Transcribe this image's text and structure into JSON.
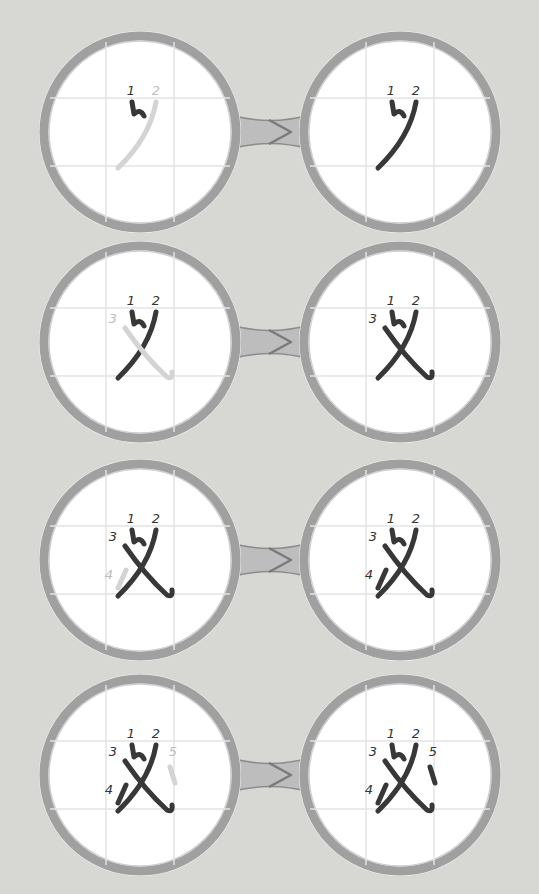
{
  "diagram": {
    "nodes": [
      {
        "text": [
          "1",
          "2"
        ]
      },
      {
        "text": [
          "1",
          "2"
        ]
      },
      {
        "text": [
          "1",
          "2",
          "3"
        ]
      },
      {
        "text": [
          "1",
          "2",
          "3"
        ]
      },
      {
        "text": [
          "1",
          "2",
          "3",
          "4"
        ]
      },
      {
        "text": [
          "1",
          "2",
          "3",
          "4"
        ]
      },
      {
        "text": [
          "1",
          "2",
          "3",
          "4",
          "5"
        ]
      },
      {
        "text": [
          "1",
          "2",
          "3",
          "4",
          "5"
        ]
      }
    ],
    "edges": [
      {
        "from": 0,
        "to": 1,
        "arrow": "to"
      },
      {
        "from": 2,
        "to": 3,
        "arrow": "to"
      },
      {
        "from": 4,
        "to": 5,
        "arrow": "to"
      },
      {
        "from": 6,
        "to": 7,
        "arrow": "to"
      }
    ]
  }
}
